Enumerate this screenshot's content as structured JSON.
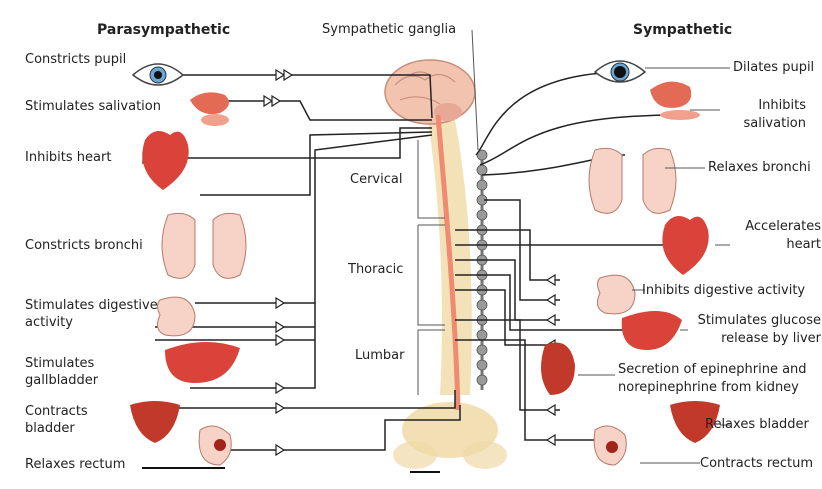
{
  "headers": {
    "parasympathetic": "Parasympathetic",
    "sympathetic_ganglia": "Sympathetic ganglia",
    "sympathetic": "Sympathetic"
  },
  "regions": {
    "cervical": "Cervical",
    "thoracic": "Thoracic",
    "lumbar": "Lumbar"
  },
  "parasympathetic_effects": [
    "Constricts pupil",
    "Stimulates salivation",
    "Inhibits heart",
    "Constricts bronchi",
    "Stimulates digestive",
    "activity",
    "Stimulates",
    "gallbladder",
    "Contracts",
    "bladder",
    "Relaxes rectum"
  ],
  "sympathetic_effects": [
    "Dilates pupil",
    "Inhibits",
    "salivation",
    "Relaxes bronchi",
    "Accelerates",
    "heart",
    "Inhibits digestive activity",
    "Stimulates glucose",
    "release by liver",
    "Secretion of epinephrine and",
    "norepinephrine from kidney",
    "Relaxes bladder",
    "Contracts rectum"
  ],
  "colors": {
    "line": "#222222",
    "organ_red": "#d9433a",
    "organ_light": "#f3c9b8",
    "spine": "#f0d9a6",
    "cord": "#f08a70",
    "ganglia": "#9a9a9a",
    "brain": "#f2c4b0"
  }
}
